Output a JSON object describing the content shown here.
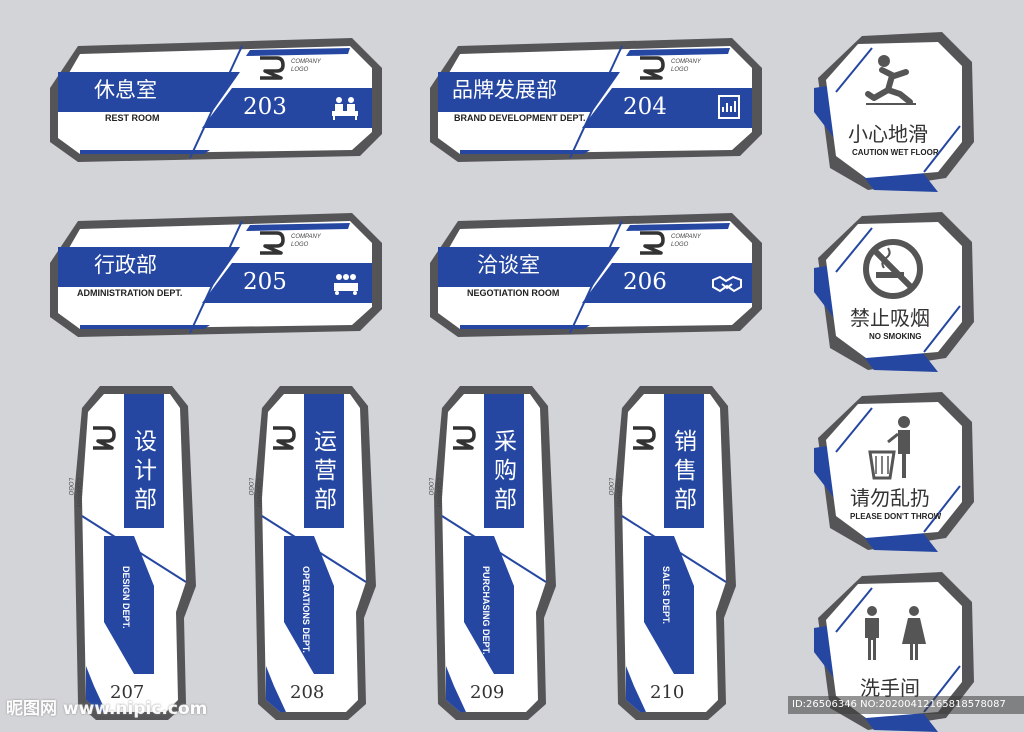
{
  "colors": {
    "blue": "#2547a2",
    "dark": "#555558",
    "white": "#ffffff",
    "background": "#d3d4d8"
  },
  "logo": {
    "line1": "COMPANY",
    "line2": "LOGO"
  },
  "door_plates": [
    {
      "cn": "休息室",
      "en": "REST ROOM",
      "number": "203",
      "icon": "rest-room-icon"
    },
    {
      "cn": "品牌发展部",
      "en": "BRAND DEVELOPMENT DEPT.",
      "number": "204",
      "icon": "chart-board-icon"
    },
    {
      "cn": "行政部",
      "en": "ADMINISTRATION DEPT.",
      "number": "205",
      "icon": "meeting-icon"
    },
    {
      "cn": "洽谈室",
      "en": "NEGOTIATION ROOM",
      "number": "206",
      "icon": "handshake-icon"
    }
  ],
  "vertical_plates": [
    {
      "cn": "设计部",
      "en": "DESIGN DEPT.",
      "number": "207"
    },
    {
      "cn": "运营部",
      "en": "OPERATIONS DEPT.",
      "number": "208"
    },
    {
      "cn": "采购部",
      "en": "PURCHASING DEPT.",
      "number": "209"
    },
    {
      "cn": "销售部",
      "en": "SALES DEPT.",
      "number": "210"
    }
  ],
  "notice_signs": [
    {
      "cn": "小心地滑",
      "en": "CAUTION WET FLOOR",
      "icon": "slipping-person-icon"
    },
    {
      "cn": "禁止吸烟",
      "en": "NO SMOKING",
      "icon": "no-smoking-icon"
    },
    {
      "cn": "请勿乱扔",
      "en": "PLEASE DON'T THROW",
      "icon": "trash-bin-icon"
    },
    {
      "cn": "洗手间",
      "en": "",
      "icon": "restroom-people-icon"
    }
  ],
  "watermark": {
    "site": "昵图网 www.nipic.com",
    "id": "ID:26506346 NO:20200412165818578087"
  }
}
